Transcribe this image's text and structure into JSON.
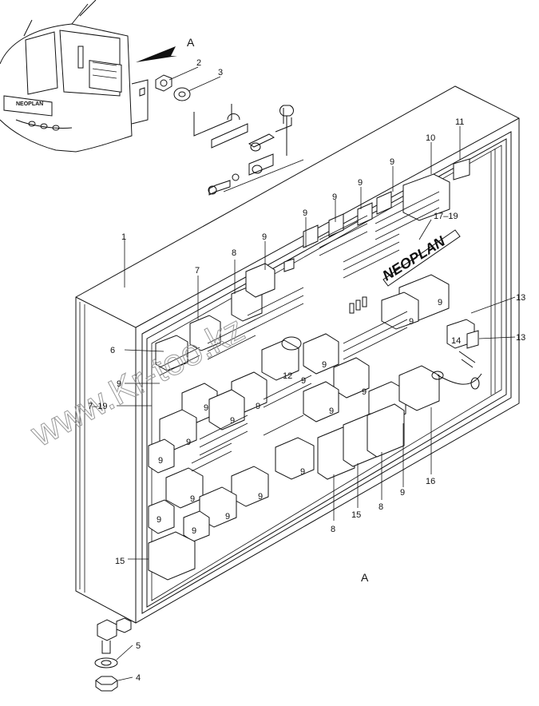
{
  "diagram": {
    "view_label_top": "A",
    "view_label_bottom": "A",
    "watermark": "www.Kr-too.kz",
    "brand_text": "NEOPLAN",
    "callouts": {
      "c1": "1",
      "c2": "2",
      "c3": "3",
      "c4": "4",
      "c5": "5",
      "c6": "6",
      "c7": "7",
      "c7_19": "7–19",
      "c8a": "8",
      "c8b": "8",
      "c8c": "8",
      "c9a": "9",
      "c9b": "9",
      "c9c": "9",
      "c9d": "9",
      "c9e": "9",
      "c9f": "9",
      "c9g": "9",
      "c10": "10",
      "c11": "11",
      "c12": "12",
      "c13a": "13",
      "c13b": "13",
      "c14": "14",
      "c15a": "15",
      "c15b": "15",
      "c16": "16",
      "c17_19": "17–19"
    },
    "relay_mark": "9",
    "relay_mark_12": "12"
  }
}
